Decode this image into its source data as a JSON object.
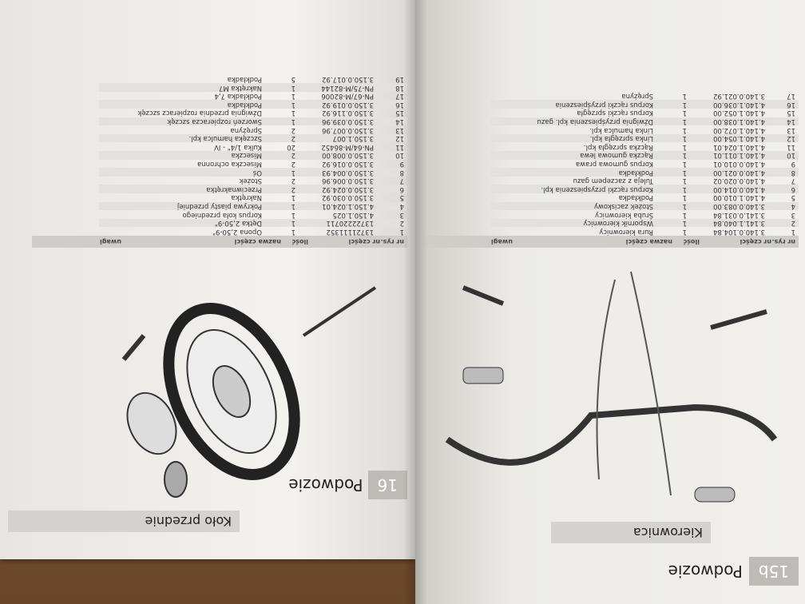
{
  "left_page": {
    "page_number": "16",
    "section": "Podwozie",
    "chapter": "Koło przednie",
    "headers": {
      "nr_rys": "nr rys.",
      "nr_czesci": "nr części",
      "ilosc": "ilość",
      "nazwa": "nazwa części",
      "uwagi": "uwagi"
    },
    "parts": [
      [
        "1",
        "13721111352",
        "1",
        "Opona 2,50-9\""
      ],
      [
        "2",
        "13722220711",
        "1",
        "Dętka 2,50-9\""
      ],
      [
        "3",
        "4.150.1.025",
        "1",
        "Korpus koła przedniego"
      ],
      [
        "4",
        "4.150.1.024.01",
        "1",
        "Pokrywa piasty przedniej"
      ],
      [
        "5",
        "3.150.0.030.92",
        "1",
        "Nakrętka"
      ],
      [
        "6",
        "3.150.0.024.92",
        "2",
        "Przeciwnakrętka"
      ],
      [
        "7",
        "3.150.0.006.96",
        "2",
        "Stożek"
      ],
      [
        "8",
        "3.150.0.004.93",
        "1",
        "Oś"
      ],
      [
        "9",
        "3.150.0.016.92",
        "2",
        "Miseczka ochronna"
      ],
      [
        "10",
        "3.150.0.008.00",
        "2",
        "Miseczka"
      ],
      [
        "11",
        "PN-64/M-86452",
        "20",
        "Kulka 1/4\" - IV"
      ],
      [
        "12",
        "3.150.1.007",
        "2",
        "Szczęka hamulca kpl."
      ],
      [
        "13",
        "3.150.0.007.96",
        "2",
        "Sprężyna"
      ],
      [
        "14",
        "3.150.0.039.96",
        "1",
        "Sworzeń rozpieracza szczęk"
      ],
      [
        "15",
        "3.150.0.116.92",
        "1",
        "Dźwignia przednia rozpieracz szczęk"
      ],
      [
        "16",
        "3.150.0.019.92",
        "1",
        "Podkładka"
      ],
      [
        "17",
        "PN-67/M-82006",
        "1",
        "Podkładka 7,4"
      ],
      [
        "18",
        "PN-75/M-82144",
        "1",
        "Nakrętka M7"
      ],
      [
        "19",
        "3.150.0.017.92",
        "5",
        "Podkładka"
      ]
    ]
  },
  "right_page": {
    "page_number": "15b",
    "section": "Podwozie",
    "chapter": "Kierownica",
    "headers": {
      "nr_rys": "nr rys.",
      "nr_czesci": "nr części",
      "ilosc": "ilość",
      "nazwa": "nazwa części",
      "uwagi": "uwagi"
    },
    "parts": [
      [
        "1",
        "3.140.0.104.84",
        "1",
        "Rura kierownicy"
      ],
      [
        "2",
        "3.141.1.040.84",
        "1",
        "Wspornik kierownicy"
      ],
      [
        "3",
        "3.141.0.031.84",
        "1",
        "Śruba kierownicy"
      ],
      [
        "4",
        "3.140.0.083.00",
        "1",
        "Stożek zaciskowy"
      ],
      [
        "5",
        "4.140.1.010.00",
        "1",
        "Podkładka"
      ],
      [
        "6",
        "4.140.0.014.00",
        "1",
        "Korpus rączki przyspieszenia kpl."
      ],
      [
        "7",
        "4.140.0.020.02",
        "1",
        "Tuleja z zaczepem gazu"
      ],
      [
        "8",
        "4.140.0.021.00",
        "1",
        "Podkładka"
      ],
      [
        "9",
        "4.140.0.010.01",
        "1",
        "Korpus gumowa prawa"
      ],
      [
        "10",
        "4.140.1.011.01",
        "1",
        "Rączka gumowa lewa"
      ],
      [
        "11",
        "4.140.1.024.01",
        "1",
        "Rączka sprzęgła kpl."
      ],
      [
        "12",
        "4.140.1.054.00",
        "1",
        "Linka sprzęgła kpl."
      ],
      [
        "13",
        "4.140.1.072.00",
        "1",
        "Linka hamulca kpl."
      ],
      [
        "14",
        "4.140.1.038.00",
        "1",
        "Dźwignia przyśpieszenia kpl. gazu"
      ],
      [
        "15",
        "4.140.1.052.00",
        "1",
        "Korpus rączki sprzęgła"
      ],
      [
        "16",
        "4.140.1.036.00",
        "1",
        "Korpus rączki przyśpieszenia"
      ],
      [
        "17",
        "3.140.0.021.92",
        "1",
        "Sprężyna"
      ]
    ]
  }
}
